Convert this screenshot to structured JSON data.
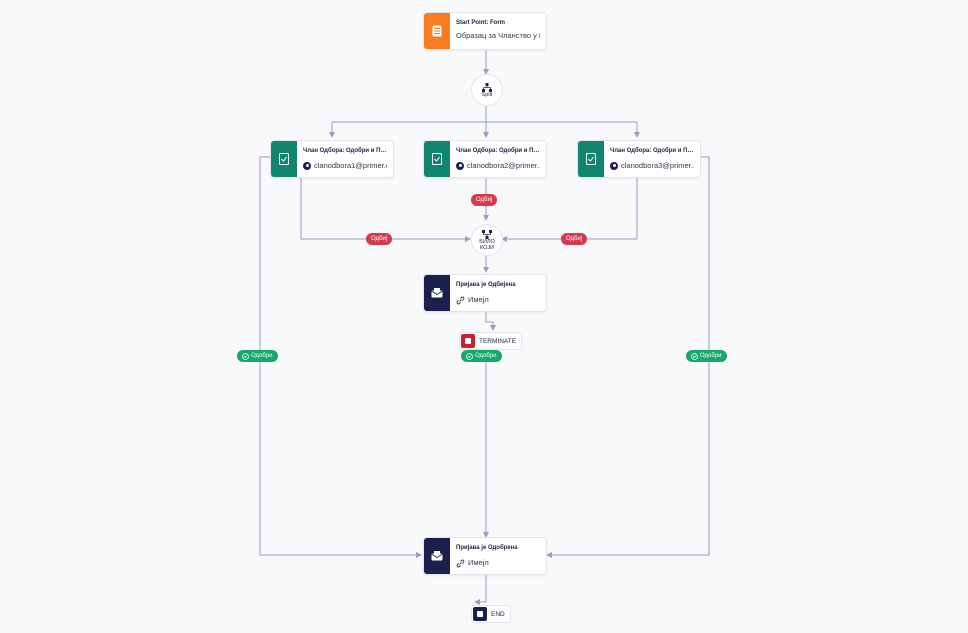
{
  "start": {
    "title": "Start Point: Form",
    "subtitle": "Образац за Чланство у Ц..."
  },
  "split": {
    "label": "Split"
  },
  "members": [
    {
      "title": "Члан Одбора: Одобри и Пот...",
      "email": "clanodbora1@primer.c..."
    },
    {
      "title": "Члан Одбора: Одобри и Пот...",
      "email": "clanodbora2@primer...."
    },
    {
      "title": "Члан Одбора: Одобри и Пот...",
      "email": "clanodbora3@primer...."
    }
  ],
  "join": {
    "label_line1": "БИЛО",
    "label_line2": "КОЈИ"
  },
  "reject_labels": [
    "Одбиј",
    "Одбиј",
    "Одбиј"
  ],
  "approve_labels": [
    "Одобри",
    "Одобри",
    "Одобри"
  ],
  "rejected_email": {
    "title": "Пријава је Одбијена",
    "subtitle": "Имејл"
  },
  "terminate": {
    "label": "TERMINATE"
  },
  "approved_email": {
    "title": "Пријава је Одобрена",
    "subtitle": "Имејл"
  },
  "end": {
    "label": "END"
  },
  "colors": {
    "start": "#f97b22",
    "member": "#11856e",
    "email": "#1a1f4b",
    "reject": "#d4394e",
    "approve": "#16a86a",
    "terminate": "#c8222e",
    "edge": "#9a9cc4"
  }
}
